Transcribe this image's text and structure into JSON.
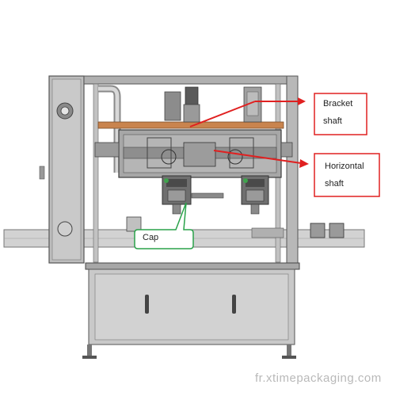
{
  "callouts": {
    "bracket_shaft": {
      "line1": "Bracket",
      "line2": "shaft"
    },
    "horizontal_shaft": {
      "line1": "Horizontal",
      "line2": "shaft"
    },
    "cap": "Cap"
  },
  "watermark": "fr.xtimepackaging.com",
  "colors": {
    "frame": "#8e8e8e",
    "frame_dark": "#5a5a5a",
    "panel": "#c9c9c9",
    "callout_red": "#e02020",
    "callout_green": "#2aa24a",
    "accent_brown": "#c9844e"
  }
}
